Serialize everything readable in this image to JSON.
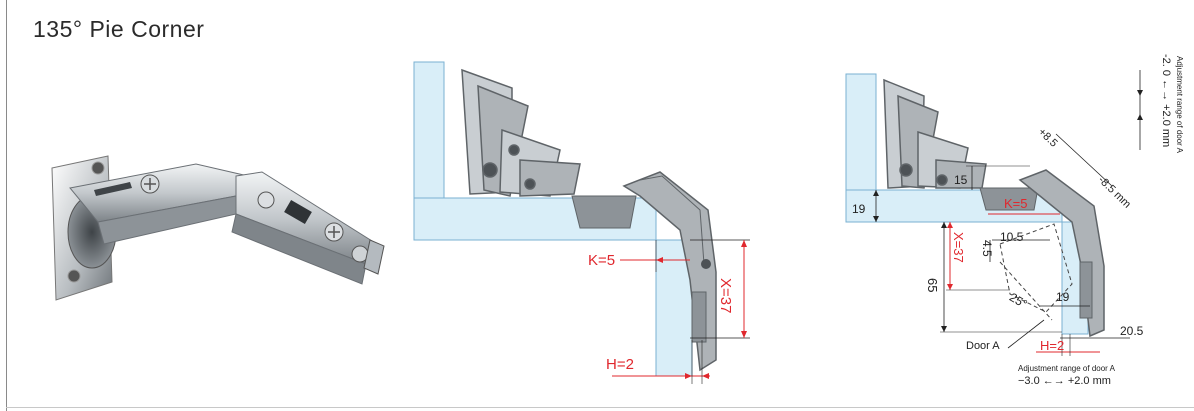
{
  "title": "135° Pie Corner",
  "colors": {
    "panel_fill": "#d9eef8",
    "panel_edge": "#7ab0d2",
    "dimension_red": "#e0282e",
    "dimension_black": "#222222",
    "metal_dark": "#5f6468",
    "metal_light": "#c9ced2"
  },
  "middle_diagram": {
    "k_label": "K=5",
    "x_label": "X=37",
    "h_label": "H=2"
  },
  "right_diagram": {
    "k_label": "K=5",
    "x_label": "X=37",
    "h_label": "H=2",
    "dim_19_left": "19",
    "dim_15": "15",
    "dim_10_5": "10.5",
    "dim_4_5": "4.5",
    "dim_65": "65",
    "dim_19_bottom": "19",
    "dim_20_5": "20.5",
    "angle_25": "25°",
    "door_label": "Door A",
    "adj_top_caption": "Adjustment range of door A",
    "adj_top_range": "-2. 0 ←→ +2.0 mm",
    "adj_diag_plus": "+8.5",
    "adj_diag_minus": "-8.5 mm",
    "adj_bottom_caption": "Adjustment range of door A",
    "adj_bottom_range": "−3.0 ←→ +2.0 mm"
  }
}
